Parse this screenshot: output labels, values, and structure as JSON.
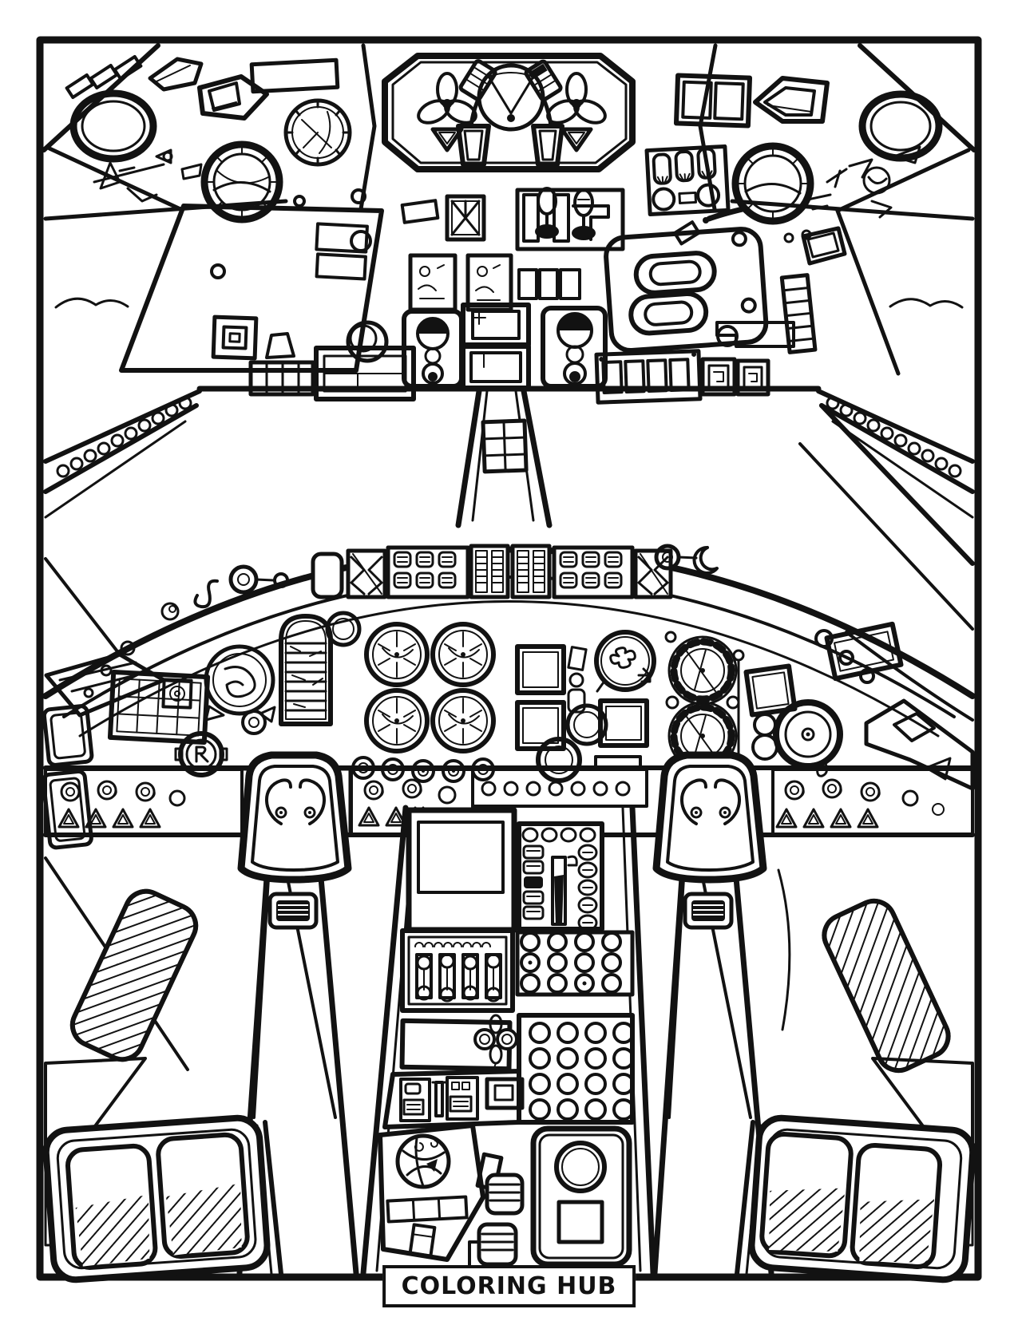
{
  "page": {
    "paper_color": "#ffffff",
    "ink_color": "#121212",
    "footer_label": "COLORING HUB"
  },
  "artwork": {
    "kind": "coloring-book-line-art",
    "subject": "airplane cockpit interior, pilot point of view",
    "regions": [
      "overhead-panel",
      "windshield-frames",
      "glareshield-strip",
      "main-instrument-panel",
      "left-control-yoke",
      "right-control-yoke",
      "center-pedestal",
      "rudder-pedals",
      "cabin-side-walls"
    ]
  }
}
